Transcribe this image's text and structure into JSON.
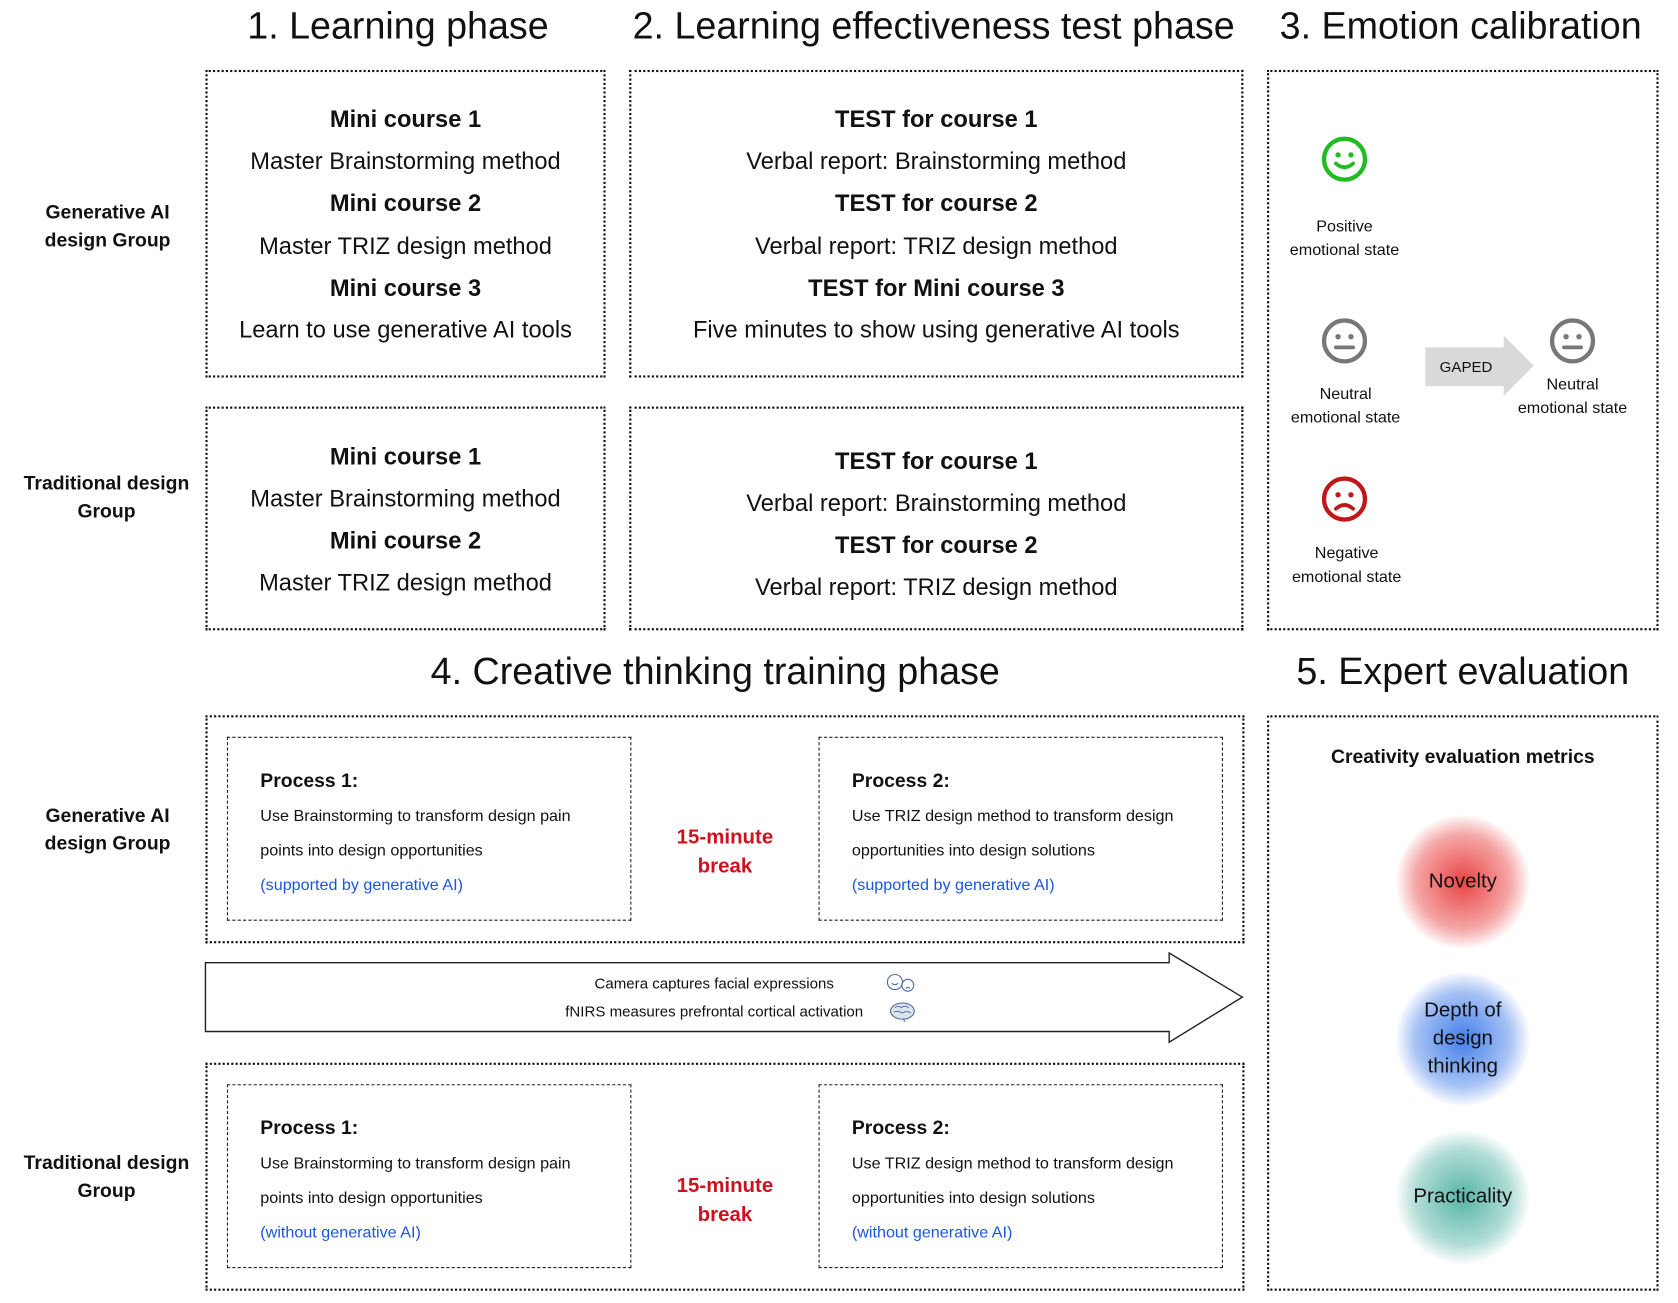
{
  "titles": {
    "learning": "1. Learning phase",
    "test": "2. Learning effectiveness test phase",
    "emotion": "3. Emotion calibration",
    "training": "4. Creative thinking training phase",
    "expert": "5. Expert evaluation"
  },
  "groups": {
    "genai": [
      "Generative AI",
      "design Group"
    ],
    "traditional": [
      "Traditional design",
      "Group"
    ]
  },
  "learning": {
    "genai": [
      "Mini course 1",
      "Master Brainstorming method",
      "Mini course 2",
      "Master TRIZ design method",
      "Mini course 3",
      "Learn to use generative AI tools"
    ],
    "traditional": [
      "Mini course 1",
      "Master Brainstorming method",
      "Mini course 2",
      "Master TRIZ design method"
    ]
  },
  "test": {
    "genai": [
      "TEST for course 1",
      "Verbal report: Brainstorming method",
      "TEST for course 2",
      "Verbal report: TRIZ design method",
      "TEST for Mini course 3",
      "Five minutes to show using generative AI tools"
    ],
    "traditional": [
      "TEST for course 1",
      "Verbal report: Brainstorming method",
      "TEST for course 2",
      "Verbal report: TRIZ design method"
    ]
  },
  "emotion": {
    "positive": [
      "Positive",
      "emotional state"
    ],
    "neutral": [
      "Neutral",
      "emotional state"
    ],
    "negative": [
      "Negative",
      "emotional state"
    ],
    "arrow": "GAPED",
    "result": [
      "Neutral",
      "emotional state"
    ],
    "colors": {
      "positive": "#22bb22",
      "neutral": "#777777",
      "negative": "#c01818"
    }
  },
  "training": {
    "genai": {
      "p1": {
        "title": "Process 1:",
        "lines": [
          "Use Brainstorming  to transform design pain",
          "points into design opportunities"
        ],
        "note": "(supported by generative AI)"
      },
      "p2": {
        "title": "Process 2:",
        "lines": [
          "Use TRIZ design method to transform design",
          "opportunities into design solutions"
        ],
        "note": "(supported by generative AI)"
      },
      "break": [
        "15-minute",
        "break"
      ]
    },
    "traditional": {
      "p1": {
        "title": "Process 1:",
        "lines": [
          "Use Brainstorming  to transform design pain",
          "points into design opportunities"
        ],
        "note": "(without generative AI)"
      },
      "p2": {
        "title": "Process 2:",
        "lines": [
          "Use TRIZ design method to transform design",
          "opportunities into design solutions"
        ],
        "note": "(without generative AI)"
      },
      "break": [
        "15-minute",
        "break"
      ]
    },
    "measures": [
      "Camera captures facial expressions",
      "fNIRS  measures prefrontal cortical activation"
    ]
  },
  "expert": {
    "heading": "Creativity evaluation metrics",
    "metrics": [
      {
        "label": [
          "Novelty"
        ],
        "color": "#e83a3a"
      },
      {
        "label": [
          "Depth of",
          "design thinking"
        ],
        "color": "#3a78e8"
      },
      {
        "label": [
          "Practicality"
        ],
        "color": "#3aa898"
      }
    ]
  },
  "colors": {
    "break": "#d0101e",
    "note": "#1a56e0"
  }
}
